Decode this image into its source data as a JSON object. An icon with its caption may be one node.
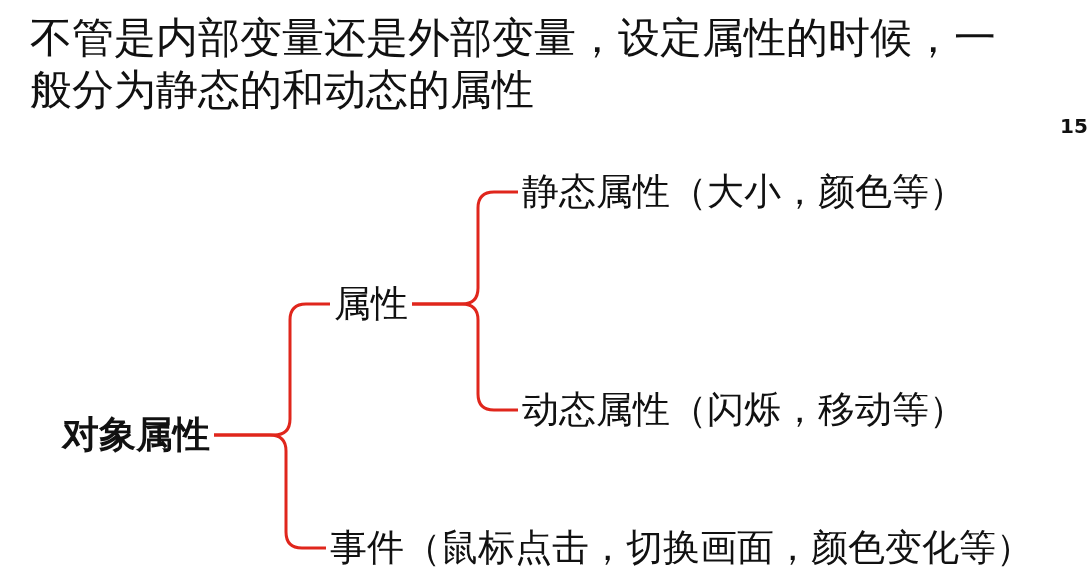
{
  "diagram": {
    "title": "不管是内部变量还是外部变量，设定属性的时候，一般分为静态的和动态的属性",
    "nodes": [
      {
        "text": [
          "对象属性"
        ]
      },
      {
        "text": [
          "属性"
        ]
      },
      {
        "text": [
          "事件（鼠标点击，切换画面，颜色变化等）"
        ]
      },
      {
        "text": [
          "静态属性（大小，颜色等）"
        ]
      },
      {
        "text": [
          "动态属性（闪烁，移动等）"
        ]
      }
    ],
    "edges": [
      {
        "from": 0,
        "to": 1,
        "arrow": "none"
      },
      {
        "from": 0,
        "to": 2,
        "arrow": "none"
      },
      {
        "from": 1,
        "to": 3,
        "arrow": "none"
      },
      {
        "from": 1,
        "to": 4,
        "arrow": "none"
      }
    ],
    "labels": [
      "15"
    ]
  }
}
